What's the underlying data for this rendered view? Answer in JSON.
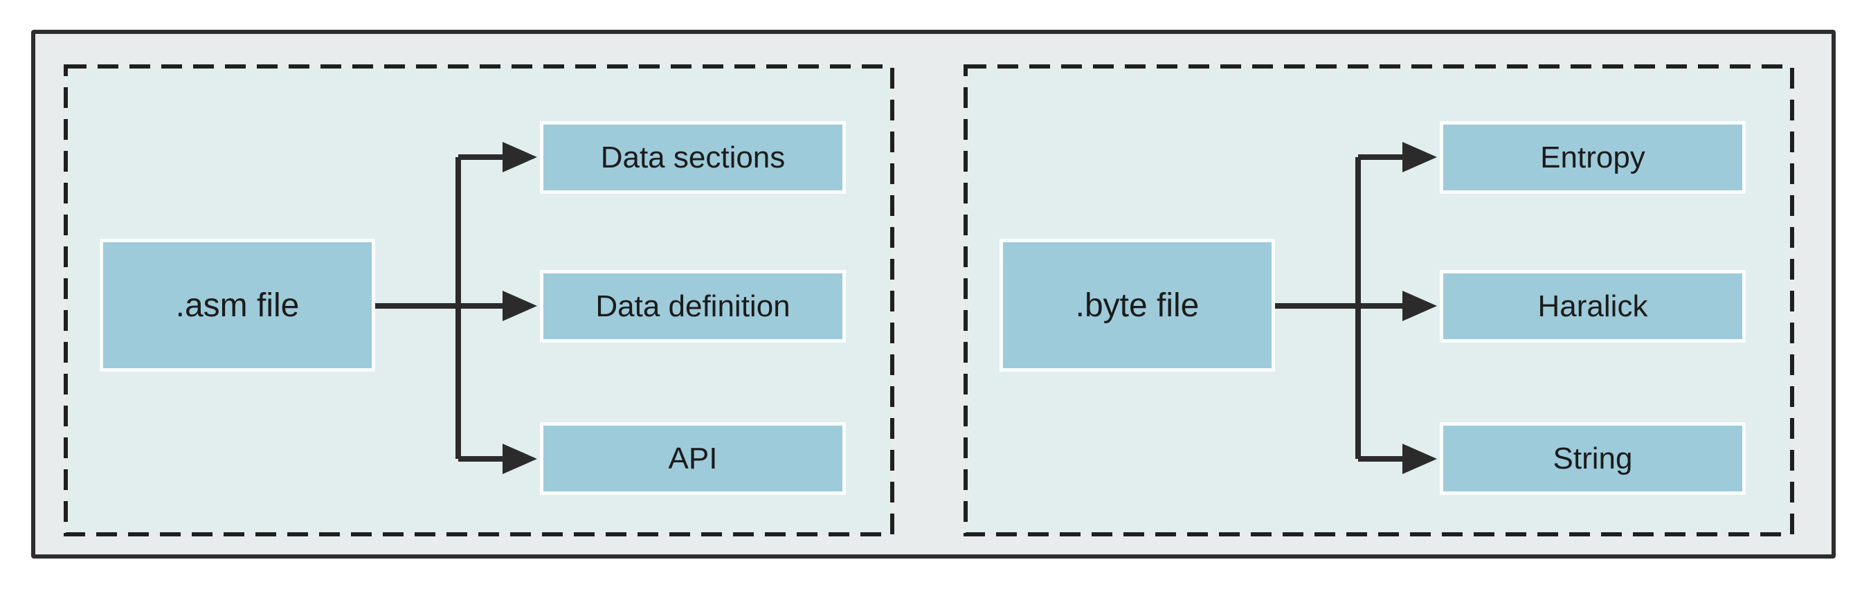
{
  "figure": {
    "type": "diagram",
    "description": "Feature extraction diagram: two dashed groups inside one solid frame",
    "panels": [
      {
        "name": "asm-features",
        "source_label": ".asm file",
        "targets": [
          "Data sections",
          "Data definition",
          "API"
        ]
      },
      {
        "name": "byte-features",
        "source_label": ".byte file",
        "targets": [
          "Entropy",
          "Haralick",
          "String"
        ]
      }
    ],
    "colors": {
      "page_bg": "#ffffff",
      "outer_bg": "#e8ecec",
      "panel_bg": "#e2edee",
      "node_fill": "#9ecbda",
      "node_border": "#fafdfd",
      "outer_border": "#2d2d2d",
      "dash_border": "#1f1f1f",
      "arrow": "#2b2b2b",
      "text": "#1b1b1b"
    }
  }
}
